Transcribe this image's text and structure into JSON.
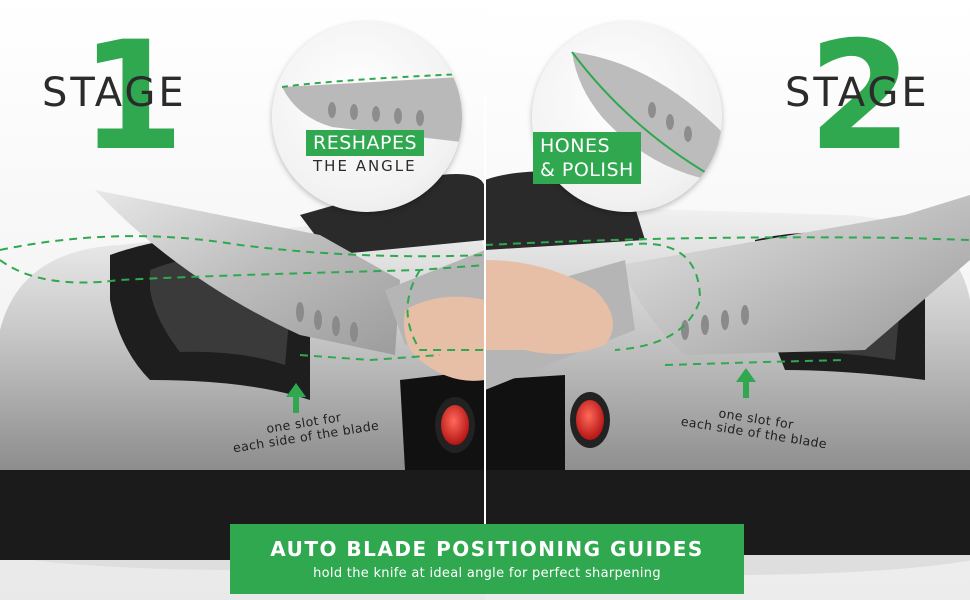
{
  "stage1": {
    "word": "STAGE",
    "number": "1",
    "bubble_tag_green": "RESHAPES",
    "bubble_tag_plain": "THE ANGLE",
    "caption_line1": "one slot for",
    "caption_line2": "each side of the blade"
  },
  "stage2": {
    "word": "STAGE",
    "number": "2",
    "bubble_tag_line1": "HONES",
    "bubble_tag_line2": "& POLISH",
    "caption_line1": "one slot for",
    "caption_line2": "each side of the blade"
  },
  "banner": {
    "title": "AUTO BLADE POSITIONING GUIDES",
    "subtitle": "hold the knife at ideal angle for perfect sharpening"
  },
  "colors": {
    "brand_green": "#2fa84f",
    "switch_red": "#d62020",
    "body_silver": "#c9c9c9",
    "base_black": "#1b1b1b"
  }
}
